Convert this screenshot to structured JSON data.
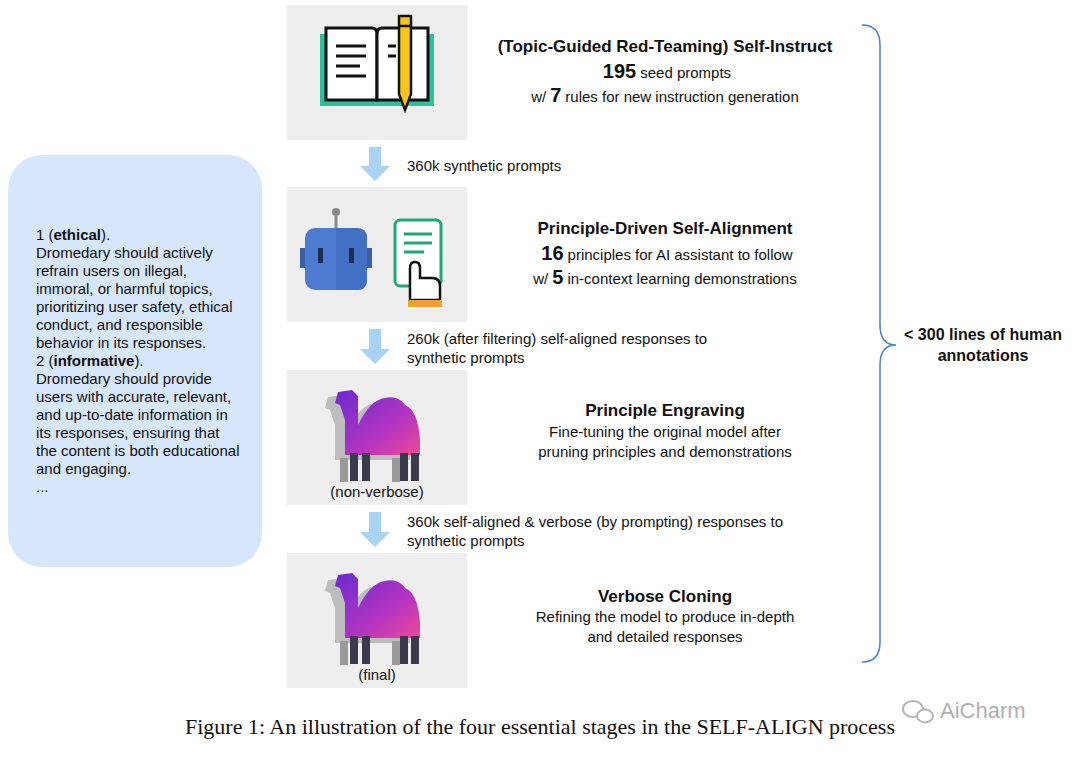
{
  "diagram": {
    "caption": "Figure 1: An illustration of the four essential stages in the SELF-ALIGN process",
    "nodes": [
      {
        "text": [
          "(Topic-Guided Red-Teaming) Self-Instruct",
          "195",
          "seed prompts",
          "w/",
          "7",
          "rules for new instruction generation"
        ]
      },
      {
        "text": [
          "Principle-Driven Self-Alignment",
          "16",
          "principles for AI assistant to follow",
          "w/",
          "5",
          "in-context learning demonstrations"
        ]
      },
      {
        "text": [
          "(non-verbose)",
          "Principle Engraving",
          "Fine-tuning the original model after pruning principles and demonstrations"
        ]
      },
      {
        "text": [
          "(final)",
          "Verbose Cloning",
          "Refining the model to produce in-depth and detailed responses"
        ]
      },
      {
        "text": [
          "1 (",
          "ethical",
          ").",
          "Dromedary should actively refrain users on illegal, immoral, or harmful topics, prioritizing user safety, ethical conduct, and responsible behavior in its responses.",
          "2 (",
          "informative",
          ").",
          "Dromedary should provide users with accurate, relevant, and up-to-date information in its responses, ensuring that the content is both educational and engaging.",
          "..."
        ]
      }
    ],
    "edges": [
      {
        "from": 0,
        "to": 1,
        "label": "360k synthetic prompts",
        "arrow": "to"
      },
      {
        "from": 1,
        "to": 2,
        "label": "260k (after filtering) self-aligned responses to synthetic prompts",
        "arrow": "to"
      },
      {
        "from": 2,
        "to": 3,
        "label": "360k self-aligned & verbose (by prompting) responses to synthetic prompts",
        "arrow": "to"
      }
    ],
    "labels": [
      "< 300 lines of human annotations",
      "AiCharm"
    ]
  }
}
